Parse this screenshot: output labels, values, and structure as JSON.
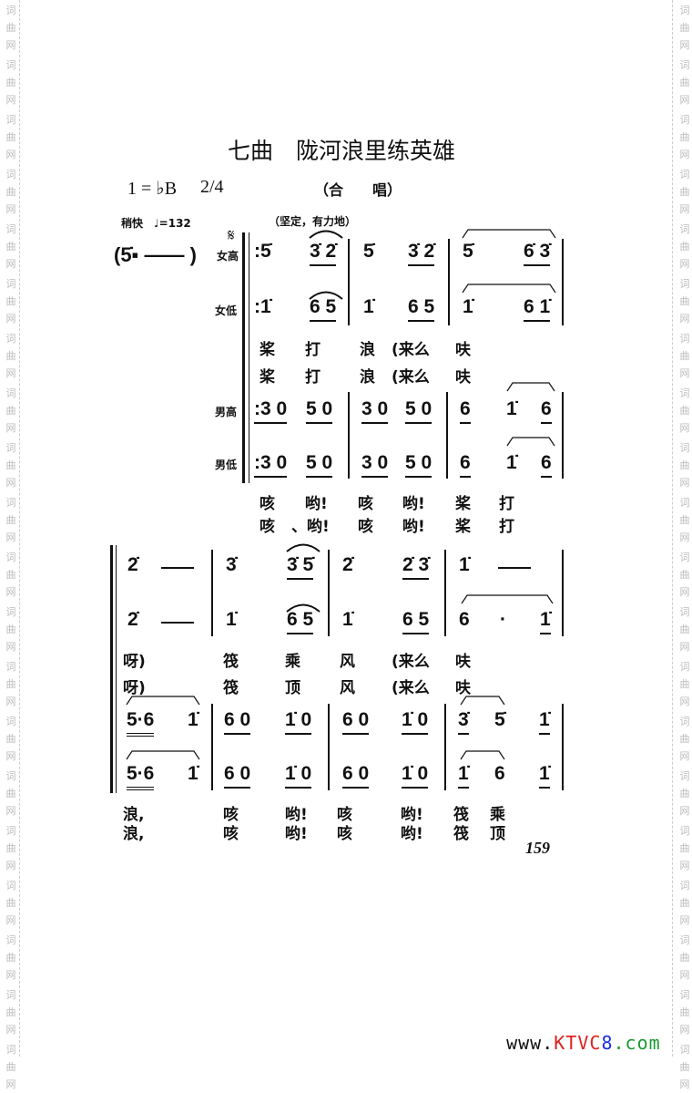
{
  "title": "七曲　陇河浪里练英雄",
  "key": "1 = ♭B",
  "time_signature": "2/4",
  "performance": "（合　　唱）",
  "tempo": "稍快　♩=132",
  "expression": "（坚定，有力地）",
  "intro": "(5̇▪ —— )",
  "segno": "𝄋",
  "voice_labels": {
    "female_high": "女高",
    "female_low": "女低",
    "male_high": "男高",
    "male_low": "男低"
  },
  "system1": {
    "female_high": [
      ":5̇",
      "3̇ 2̇",
      "5̇",
      "3̇ 2̇",
      "5̇",
      "6̇ 3̇"
    ],
    "female_low": [
      ":1̇",
      "6 5",
      "1̇",
      "6 5",
      "1̇",
      "6 1̇"
    ],
    "female_lyrics_1": [
      "桨",
      "打",
      "浪",
      "(来么",
      "呋"
    ],
    "female_lyrics_2": [
      "桨",
      "打",
      "浪",
      "(来么",
      "呋"
    ],
    "male_high": [
      ":3 0",
      "5 0",
      "3 0",
      "5 0",
      "6",
      "1̇",
      "6"
    ],
    "male_low": [
      ":3 0",
      "5 0",
      "3 0",
      "5 0",
      "6",
      "1̇",
      "6"
    ],
    "male_lyrics_1": [
      "咳",
      "哟!",
      "咳",
      "哟!",
      "桨",
      "打"
    ],
    "male_lyrics_2": [
      "咳",
      "、哟!",
      "咳",
      "哟!",
      "桨",
      "打"
    ]
  },
  "system2": {
    "female_high": [
      "2̇",
      "3̇",
      "3̇ 5̇",
      "2̇",
      "2̇ 3̇",
      "1̇"
    ],
    "female_low": [
      "2̇",
      "1̇",
      "6 5",
      "1̇",
      "6 5",
      "6",
      "·",
      "1̇"
    ],
    "female_lyrics_1": [
      "呀)",
      "筏",
      "乘",
      "风",
      "(来么",
      "呋"
    ],
    "female_lyrics_2": [
      "呀)",
      "筏",
      "顶",
      "风",
      "(来么",
      "呋"
    ],
    "male_high": [
      "5·6",
      "1̇",
      "6 0",
      "1̇ 0",
      "6 0",
      "1̇ 0",
      "3̇",
      "5̇",
      "1̇"
    ],
    "male_low": [
      "5·6",
      "1̇",
      "6 0",
      "1̇ 0",
      "6 0",
      "1̇ 0",
      "1̇",
      "6",
      "1̇"
    ],
    "male_lyrics_1": [
      "浪,",
      "咳",
      "哟!",
      "咳",
      "哟!",
      "筏",
      "乘"
    ],
    "male_lyrics_2": [
      "浪,",
      "咳",
      "哟!",
      "咳",
      "哟!",
      "筏",
      "顶"
    ]
  },
  "page_number": "159",
  "watermark": "词曲网",
  "site_logo": {
    "prefix": "www.",
    "brand_a": "KTVC",
    "brand_b": "8",
    "suffix": ".com"
  }
}
